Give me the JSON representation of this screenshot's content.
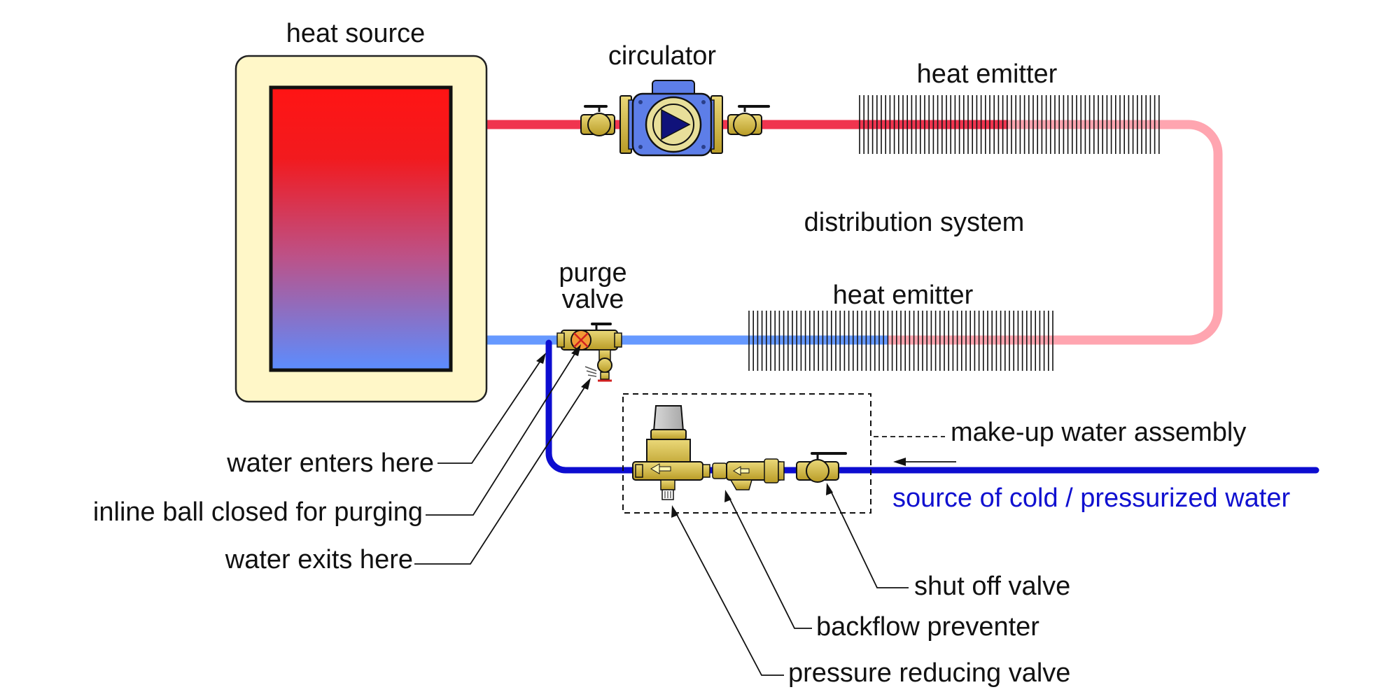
{
  "labels": {
    "heat_source": "heat source",
    "circulator": "circulator",
    "heat_emitter_top": "heat emitter",
    "heat_emitter_bottom": "heat emitter",
    "distribution_system": "distribution system",
    "purge_valve_line1": "purge",
    "purge_valve_line2": "valve",
    "makeup_water_assembly": "make-up water assembly",
    "source_of_water": "source of cold / pressurized water",
    "water_enters_here": "water enters here",
    "inline_ball_closed": "inline ball closed for purging",
    "water_exits_here": "water exits here",
    "shut_off_valve": "shut off valve",
    "backflow_preventer": "backflow preventer",
    "pressure_reducing_valve": "pressure reducing valve"
  },
  "colors": {
    "hot_pipe": "#f0344f",
    "cool_return_pipe": "#ffa5b0",
    "cool_pipe": "#6699ff",
    "cold_supply_pipe": "#0d0dd0",
    "boiler_jacket": "#fff7c8",
    "brass": "#c8b038",
    "pump_body": "#5d7ee8",
    "label_blue": "#1010d0"
  }
}
